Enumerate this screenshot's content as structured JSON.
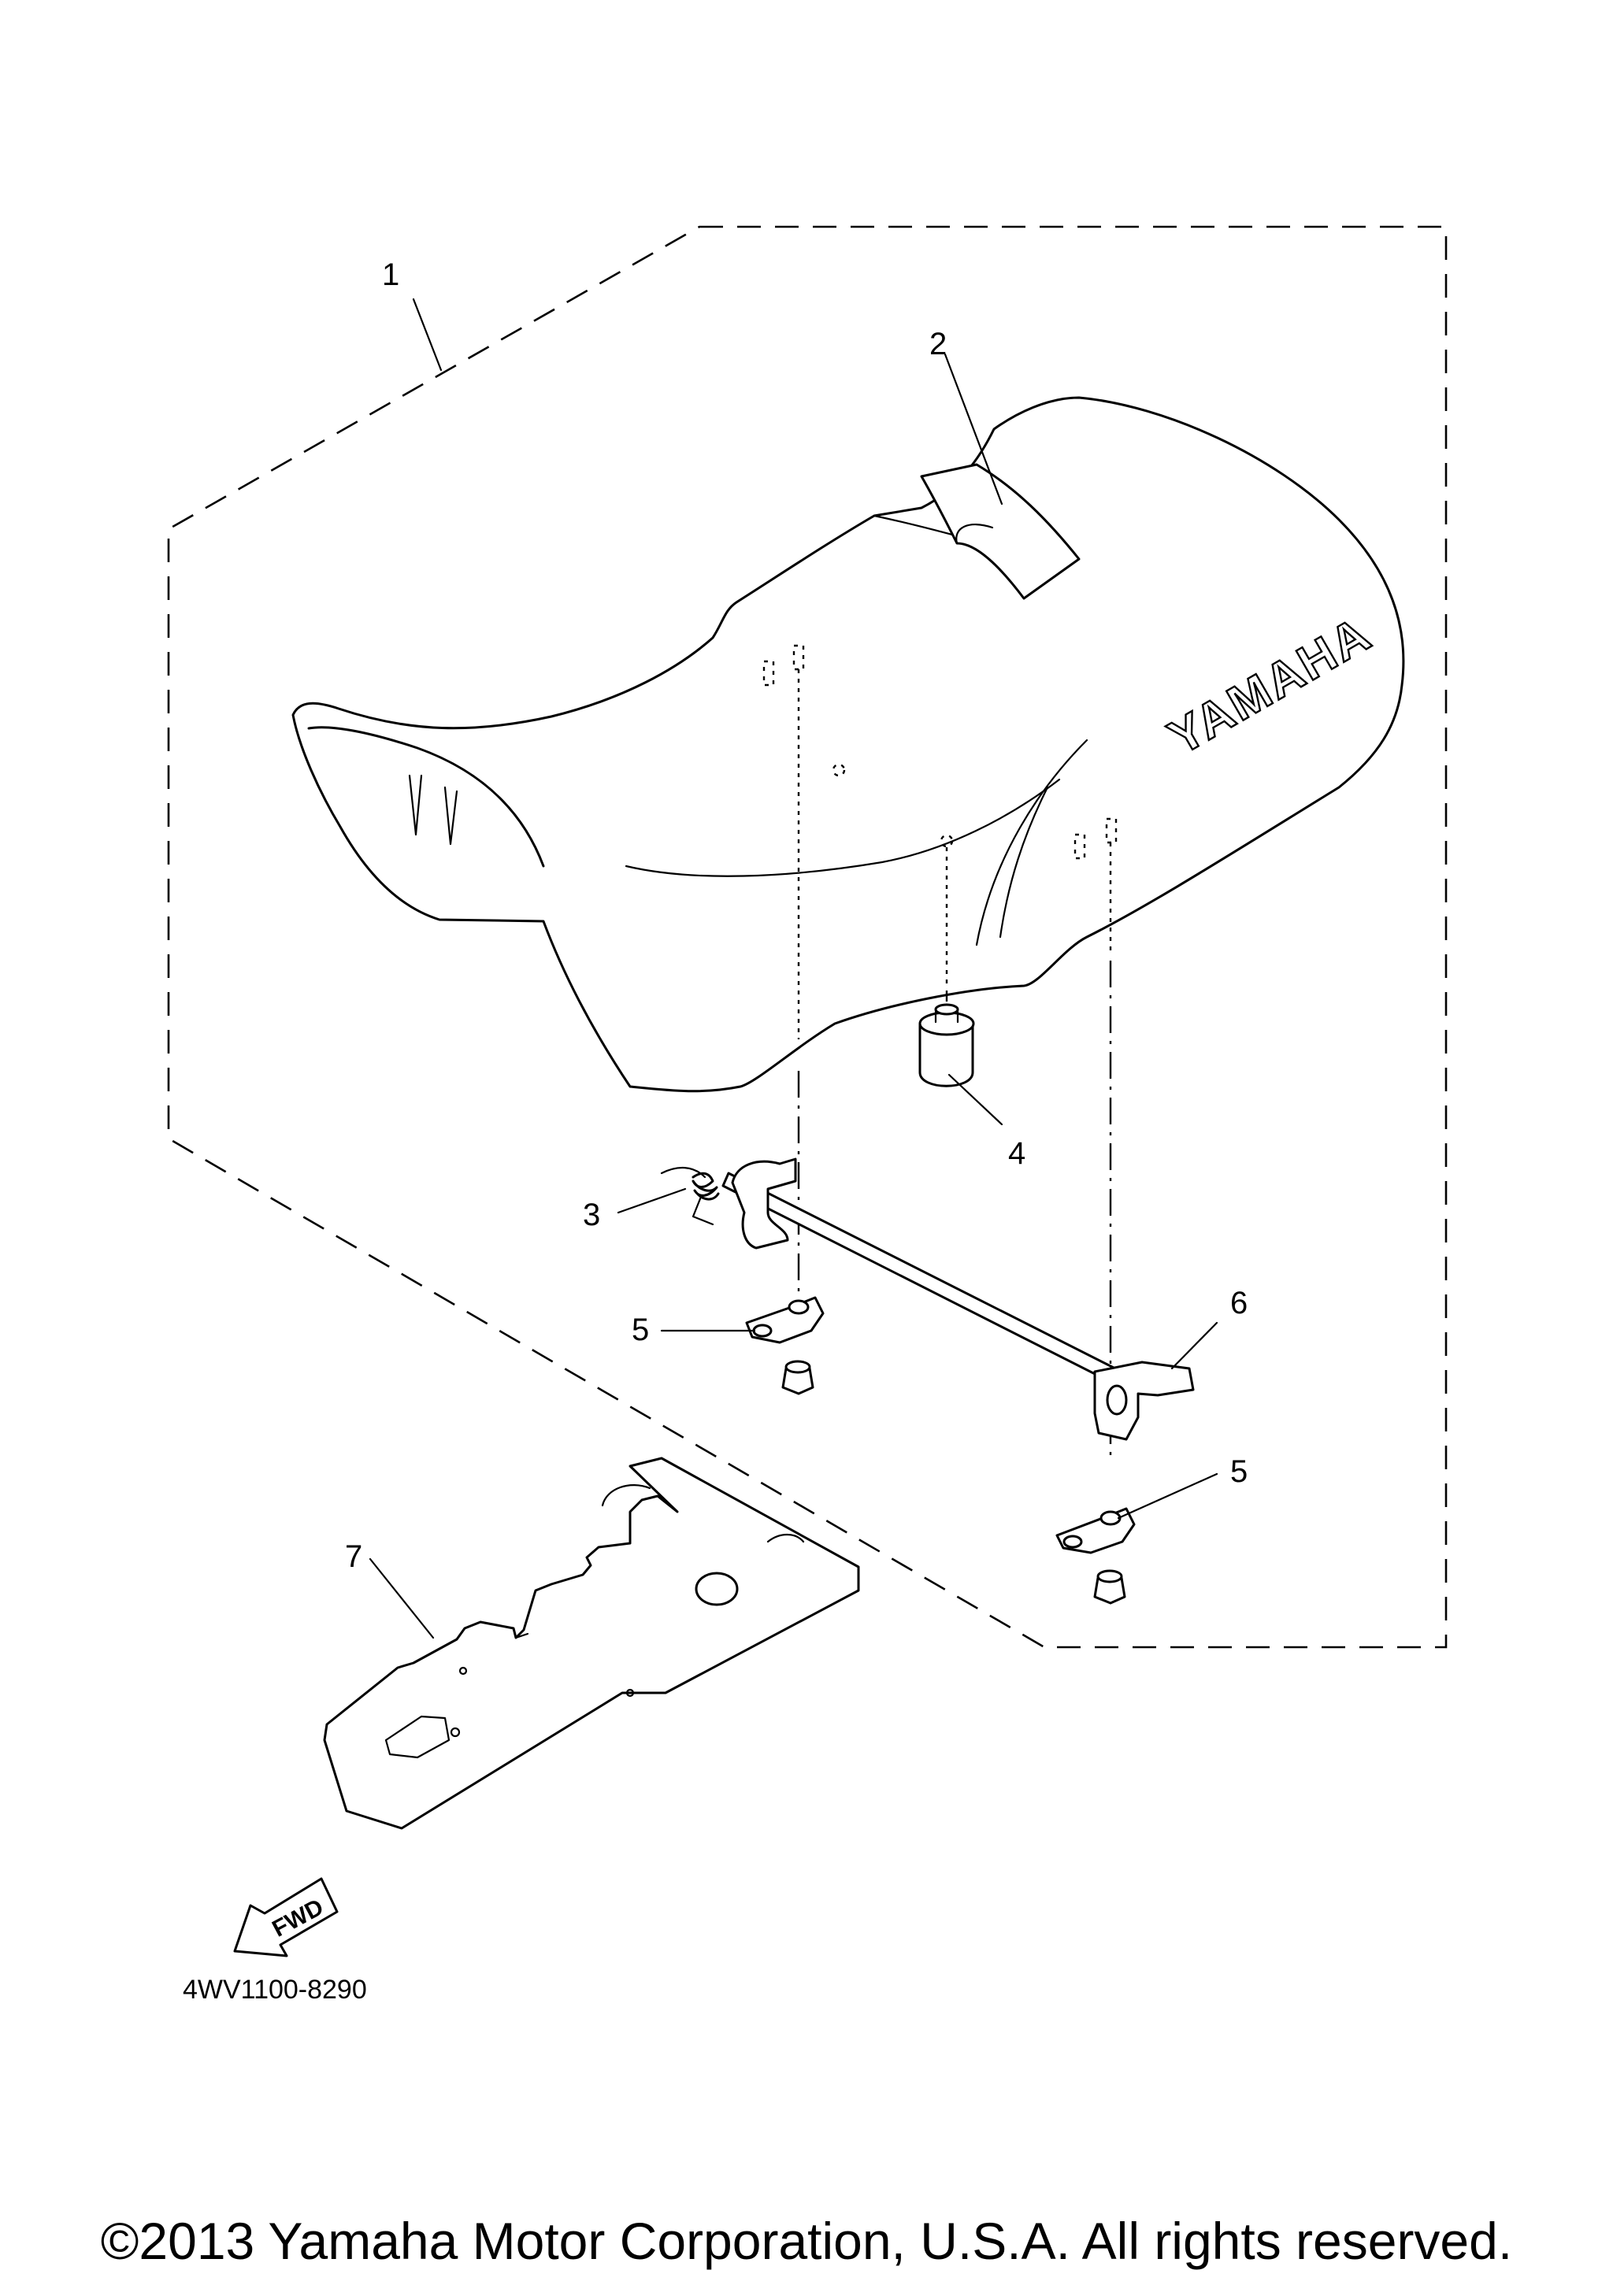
{
  "callouts": [
    {
      "id": "1",
      "label": "1"
    },
    {
      "id": "2",
      "label": "2"
    },
    {
      "id": "3",
      "label": "3"
    },
    {
      "id": "4",
      "label": "4"
    },
    {
      "id": "5a",
      "label": "5"
    },
    {
      "id": "5b",
      "label": "5"
    },
    {
      "id": "6",
      "label": "6"
    },
    {
      "id": "7",
      "label": "7"
    }
  ],
  "seat_brand": "YAMAHA",
  "fwd_label": "FWD",
  "diagram_code": "4WV1100-8290",
  "copyright": "©2013 Yamaha Motor Corporation, U.S.A. All rights reserved."
}
